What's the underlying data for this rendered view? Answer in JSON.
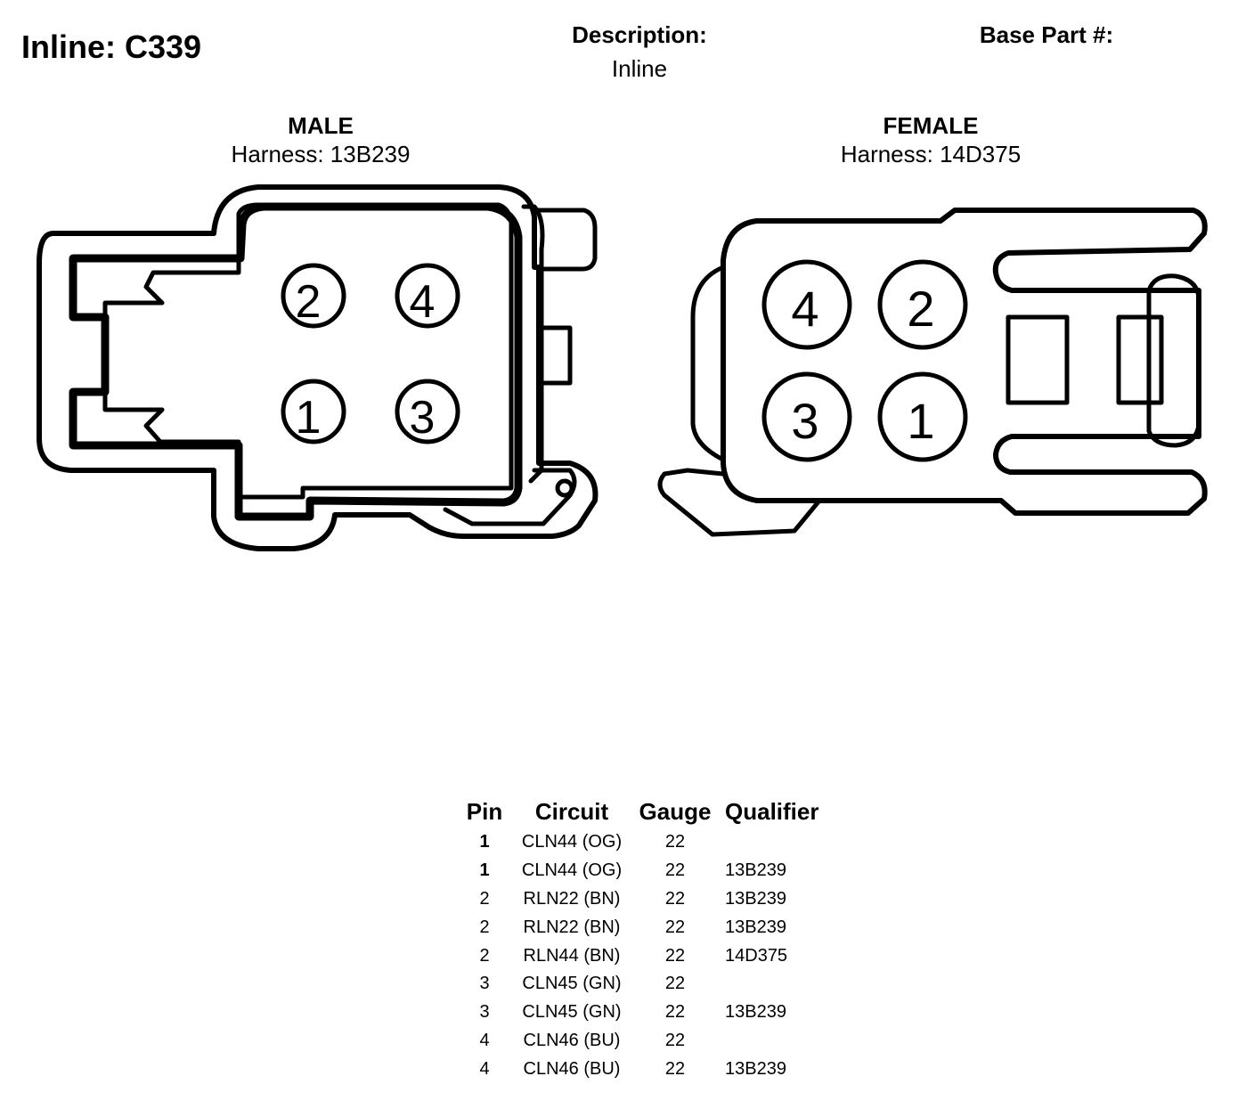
{
  "header": {
    "title": "Inline: C339",
    "description_label": "Description:",
    "description_value": "Inline",
    "base_part_label": "Base Part #:"
  },
  "connectors": {
    "male": {
      "label": "MALE",
      "harness": "Harness: 13B239",
      "pins": [
        "2",
        "4",
        "1",
        "3"
      ]
    },
    "female": {
      "label": "FEMALE",
      "harness": "Harness: 14D375",
      "pins": [
        "4",
        "2",
        "3",
        "1"
      ]
    }
  },
  "pin_table": {
    "headers": [
      "Pin",
      "Circuit",
      "Gauge",
      "Qualifier"
    ],
    "rows": [
      {
        "pin": "1",
        "circuit": "CLN44 (OG)",
        "gauge": "22",
        "qualifier": ""
      },
      {
        "pin": "1",
        "circuit": "CLN44 (OG)",
        "gauge": "22",
        "qualifier": "13B239"
      },
      {
        "pin": "2",
        "circuit": "RLN22 (BN)",
        "gauge": "22",
        "qualifier": "13B239"
      },
      {
        "pin": "2",
        "circuit": "RLN22 (BN)",
        "gauge": "22",
        "qualifier": "13B239"
      },
      {
        "pin": "2",
        "circuit": "RLN44 (BN)",
        "gauge": "22",
        "qualifier": "14D375"
      },
      {
        "pin": "3",
        "circuit": "CLN45 (GN)",
        "gauge": "22",
        "qualifier": ""
      },
      {
        "pin": "3",
        "circuit": "CLN45 (GN)",
        "gauge": "22",
        "qualifier": "13B239"
      },
      {
        "pin": "4",
        "circuit": "CLN46 (BU)",
        "gauge": "22",
        "qualifier": ""
      },
      {
        "pin": "4",
        "circuit": "CLN46 (BU)",
        "gauge": "22",
        "qualifier": "13B239"
      }
    ]
  }
}
